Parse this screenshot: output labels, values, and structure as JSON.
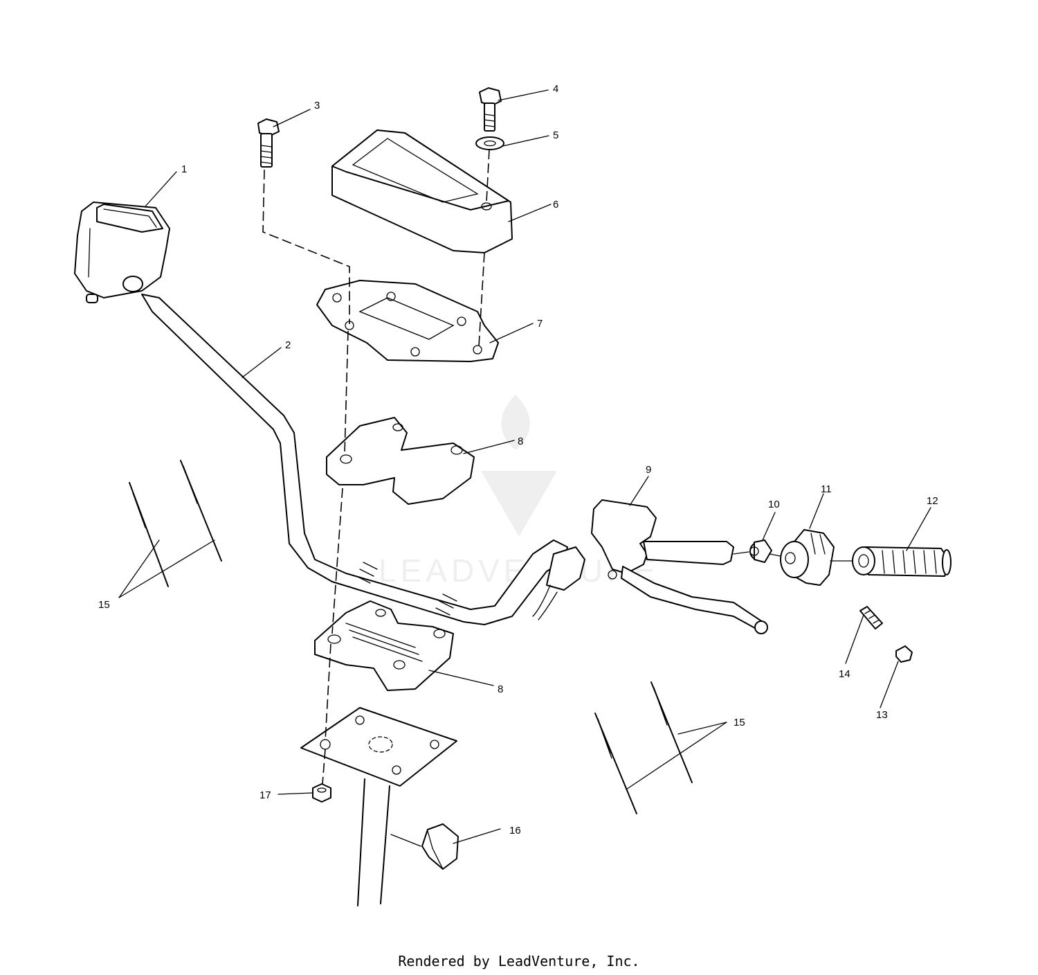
{
  "diagram": {
    "callouts": [
      {
        "id": "c1",
        "text": "1"
      },
      {
        "id": "c2",
        "text": "2"
      },
      {
        "id": "c3",
        "text": "3"
      },
      {
        "id": "c4",
        "text": "4"
      },
      {
        "id": "c5",
        "text": "5"
      },
      {
        "id": "c6",
        "text": "6"
      },
      {
        "id": "c7",
        "text": "7"
      },
      {
        "id": "c8a",
        "text": "8"
      },
      {
        "id": "c8b",
        "text": "8"
      },
      {
        "id": "c9",
        "text": "9"
      },
      {
        "id": "c10",
        "text": "10"
      },
      {
        "id": "c11",
        "text": "11"
      },
      {
        "id": "c12",
        "text": "12"
      },
      {
        "id": "c13",
        "text": "13"
      },
      {
        "id": "c14",
        "text": "14"
      },
      {
        "id": "c15a",
        "text": "15"
      },
      {
        "id": "c15b",
        "text": "15"
      },
      {
        "id": "c16",
        "text": "16"
      },
      {
        "id": "c17",
        "text": "17"
      }
    ],
    "watermark": "LEADVENTURE"
  },
  "footer": {
    "text": "Rendered by LeadVenture, Inc."
  },
  "colors": {
    "line": "#000000",
    "background": "#ffffff",
    "watermark": "#d6d6d6"
  }
}
